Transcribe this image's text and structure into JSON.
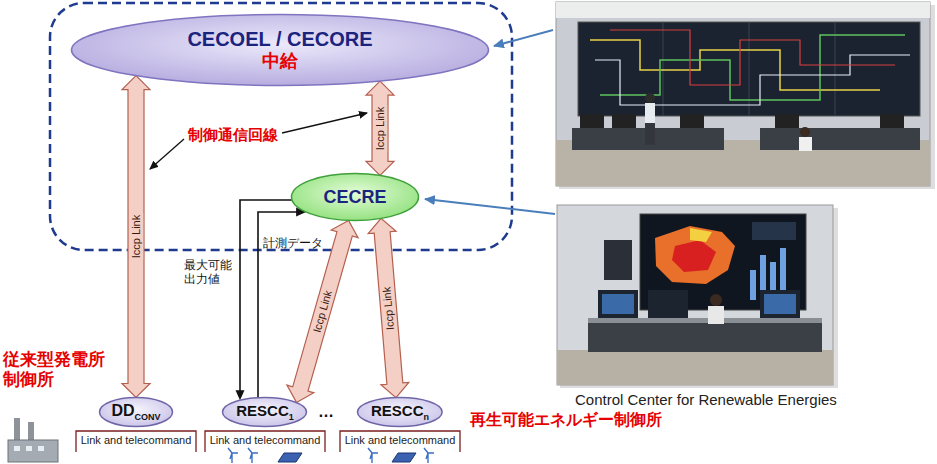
{
  "diagram": {
    "nodes": [
      {
        "text": [
          "CECOEL / CECORE",
          "中給"
        ]
      },
      {
        "text": [
          "CECRE"
        ]
      },
      {
        "text": [
          "従来型発電所 制御所",
          "DD",
          "CONV"
        ]
      },
      {
        "text": [
          "RESCC",
          "1"
        ]
      },
      {
        "text": [
          "RESCC",
          "n"
        ]
      }
    ],
    "edges": [
      {
        "from": 0,
        "to": 1,
        "label": "Iccp Link",
        "arrow": "both"
      },
      {
        "from": 0,
        "to": 2,
        "label": "Iccp Link",
        "arrow": "both"
      },
      {
        "from": 1,
        "to": 3,
        "label": "最大可能出力値",
        "arrow": "to"
      },
      {
        "from": 3,
        "to": 1,
        "label": "計測データ",
        "arrow": "to"
      },
      {
        "from": 1,
        "to": 3,
        "label": "Iccp Link",
        "arrow": "both"
      },
      {
        "from": 1,
        "to": 4,
        "label": "Iccp Link",
        "arrow": "both"
      }
    ],
    "labels": [
      "制御通信回線",
      "再生可能エネルギー制御所",
      "…",
      "Link and telecommand",
      "Link and telecommand",
      "Link and telecommand",
      "Control Center for Renewable Energies"
    ]
  }
}
